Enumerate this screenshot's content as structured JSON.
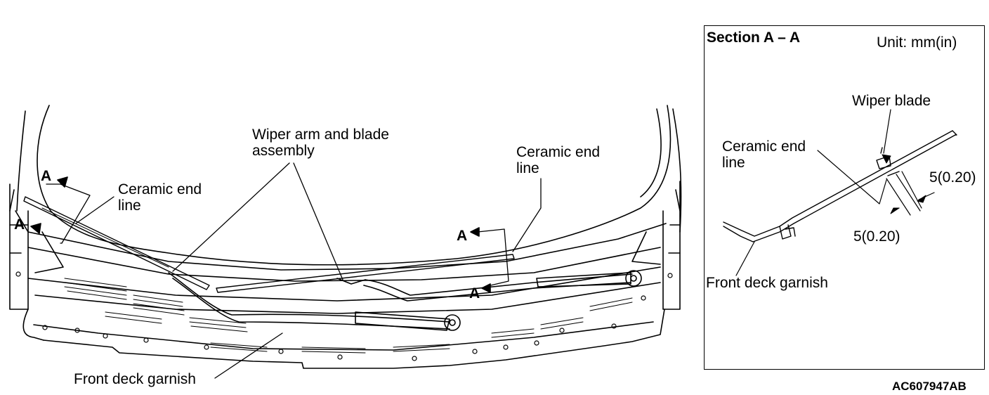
{
  "main_view": {
    "wiper_arm_label_line1": "Wiper arm and blade",
    "wiper_arm_label_line2": "assembly",
    "ceramic_left_line1": "Ceramic end",
    "ceramic_left_line2": "line",
    "ceramic_right_line1": "Ceramic end",
    "ceramic_right_line2": "line",
    "front_deck_label": "Front deck garnish",
    "section_marker": "A"
  },
  "section_view": {
    "title": "Section A – A",
    "unit": "Unit: mm(in)",
    "wiper_blade": "Wiper blade",
    "ceramic_line1": "Ceramic end",
    "ceramic_line2": "line",
    "dimension_upper": "5(0.20)",
    "dimension_lower": "5(0.20)",
    "front_deck_label": "Front deck garnish"
  },
  "figure_code": "AC607947AB"
}
